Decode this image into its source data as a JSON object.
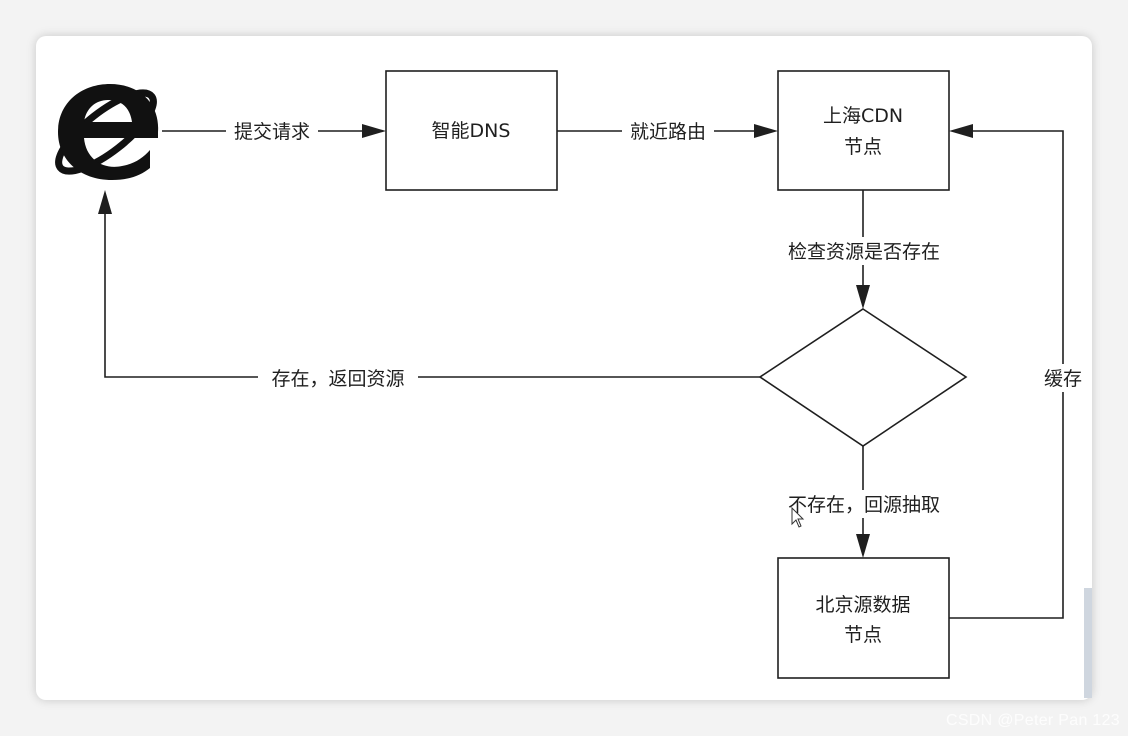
{
  "diagram": {
    "nodes": {
      "browser": {
        "icon": "internet-explorer-logo"
      },
      "smart_dns": {
        "label": "智能DNS"
      },
      "shanghai_cdn": {
        "line1": "上海CDN",
        "line2": "节点"
      },
      "decision": {
        "label": ""
      },
      "beijing_origin": {
        "line1": "北京源数据",
        "line2": "节点"
      }
    },
    "edges": {
      "submit_request": "提交请求",
      "nearby_routing": "就近路由",
      "check_resource": "检查资源是否存在",
      "exists_return": "存在，返回资源",
      "not_exists_fetch": "不存在，回源抽取",
      "cache": "缓存"
    }
  },
  "watermark": "CSDN @Peter Pan 123"
}
